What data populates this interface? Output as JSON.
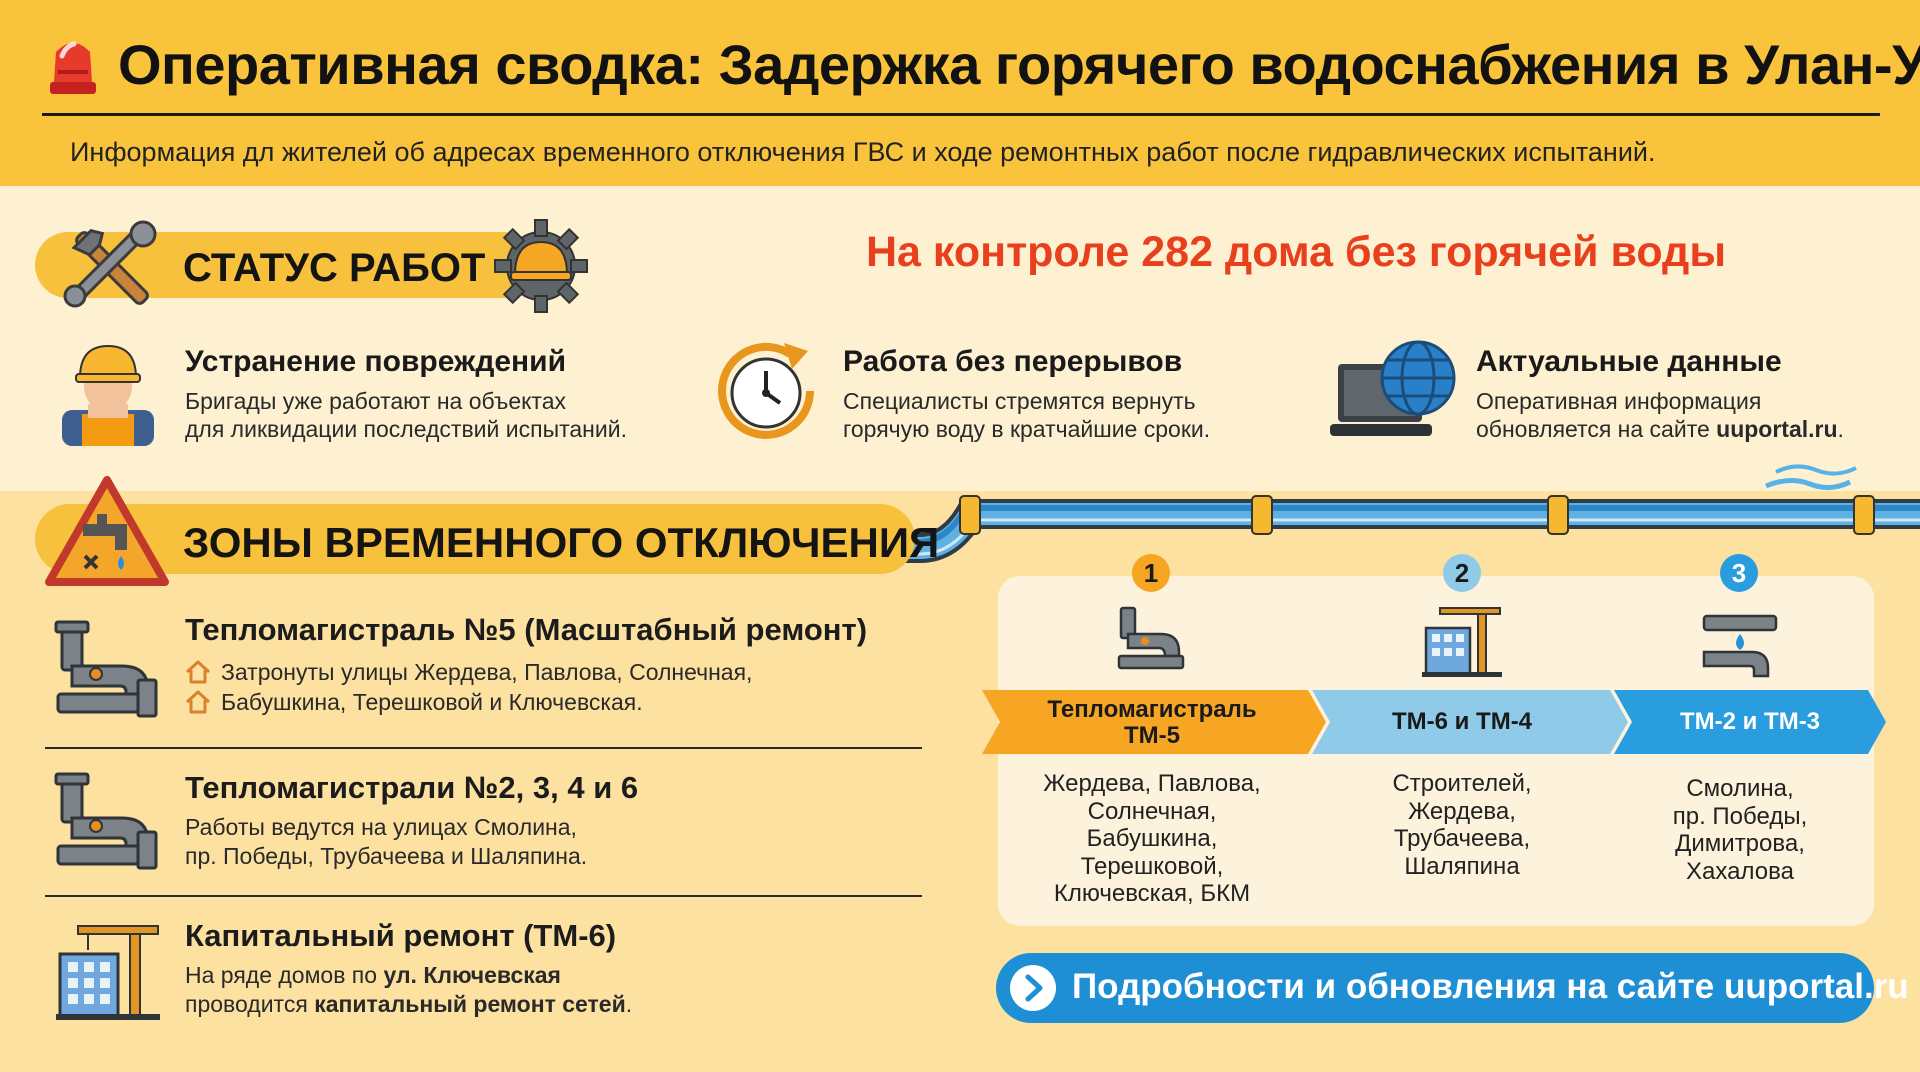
{
  "header": {
    "title": "Оперативная сводка: Задержка горячего водоснабжения в Улан-Удэ",
    "subtitle": "Информация дл жителей об адресах временного отключения ГВС и ходе ремонтных работ после гидравлических испытаний."
  },
  "status": {
    "title": "СТАТУС РАБОТ",
    "headline": "На контроле 282 дома без горячей воды",
    "features": [
      {
        "icon": "worker-icon",
        "title": "Устранение повреждений",
        "line1": "Бригады уже работают на объектах",
        "line2": "для ликвидации последствий испытаний."
      },
      {
        "icon": "clock-icon",
        "title": "Работа без перерывов",
        "line1": "Специалисты стремятся вернуть",
        "line2": "горячую воду в кратчайшие сроки."
      },
      {
        "icon": "laptop-globe-icon",
        "title": "Актуальные данные",
        "line1": "Оперативная информация",
        "line2_prefix": "обновляется на сайте ",
        "line2_bold": "uuportal.ru",
        "line2_suffix": "."
      }
    ]
  },
  "zones": {
    "title": "ЗОНЫ ВРЕМЕННОГО ОТКЛЮЧЕНИЯ",
    "items": [
      {
        "icon": "pipe-icon",
        "title": "Тепломагистраль №5 (Масштабный ремонт)",
        "line1": "Затронуты улицы Жердева, Павлова, Солнечная,",
        "line2": "Бабушкина, Терешковой и Ключевская."
      },
      {
        "icon": "pipe-icon",
        "title": "Тепломагистрали №2, 3, 4 и 6",
        "line1": "Работы ведутся на улицах Смолина,",
        "line2": "пр. Победы, Трубачеева и Шаляпина."
      },
      {
        "icon": "building-crane-icon",
        "title": "Капитальный ремонт (ТМ-6)",
        "line1_prefix": "На ряде домов по ",
        "line1_bold": "ул. Ключевская",
        "line2_prefix": "проводится ",
        "line2_bold": "капитальный ремонт сетей",
        "line2_suffix": "."
      }
    ]
  },
  "stages": [
    {
      "number": "1",
      "label1": "Тепломагистраль",
      "label2": "ТМ-5",
      "color": "#f6a623",
      "streets": [
        "Жердева, Павлова,",
        "Солнечная,",
        "Бабушкина,",
        "Терешковой,",
        "Ключевская, БКМ"
      ]
    },
    {
      "number": "2",
      "label1": "ТМ-6 и ТМ-4",
      "label2": "",
      "color": "#8fcbe8",
      "streets": [
        "Строителей,",
        "Жердева,",
        "Трубачеева,",
        "Шаляпина"
      ]
    },
    {
      "number": "3",
      "label1": "ТМ-2 и ТМ-3",
      "label2": "",
      "color": "#2a9ddf",
      "streets": [
        "Смолина,",
        "пр. Победы,",
        "Димитрова,",
        "Хахалова"
      ]
    }
  ],
  "link": {
    "label": "Подробности и обновления на сайте uuportal.ru"
  },
  "colors": {
    "header": "#f9c43c",
    "accent_red": "#e8401c",
    "button_blue": "#1e8fd4"
  }
}
